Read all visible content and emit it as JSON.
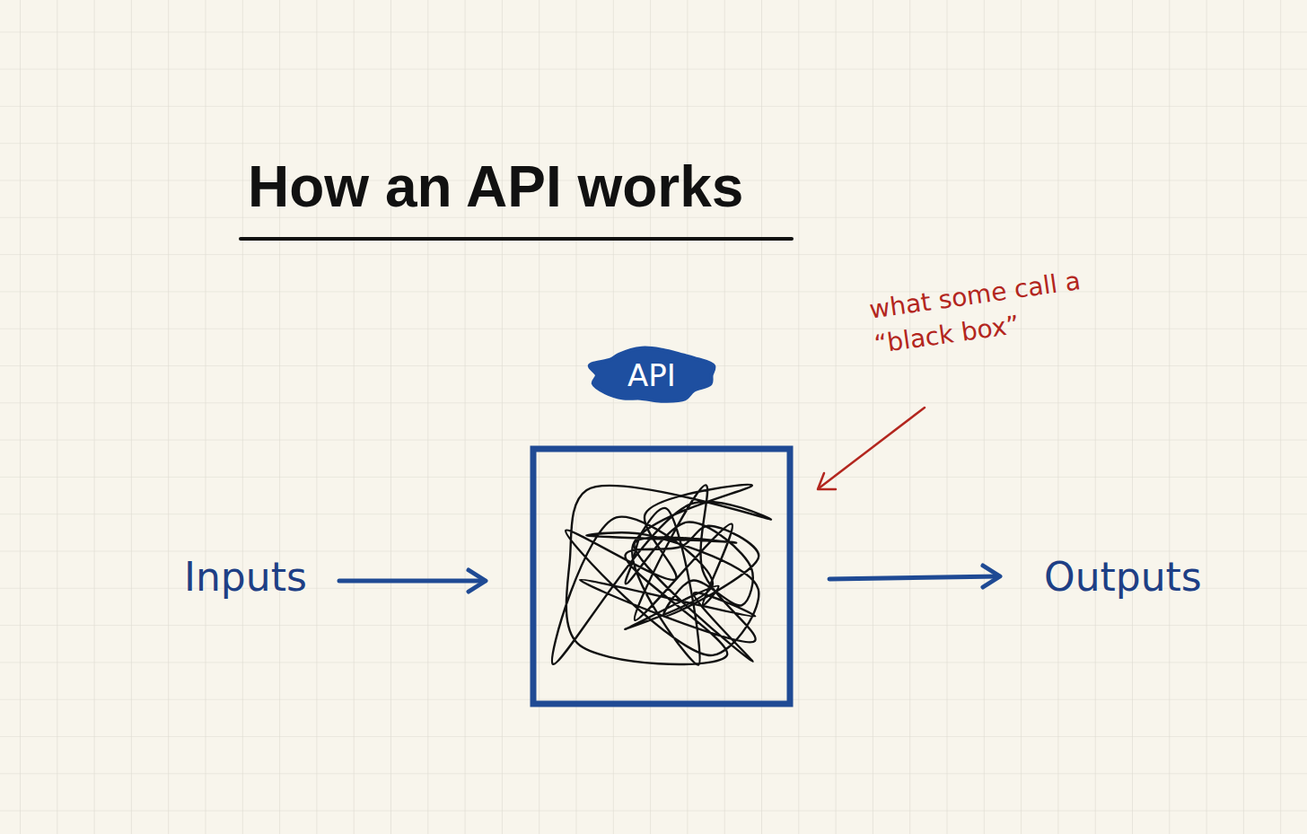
{
  "diagram": {
    "title": "How an API works",
    "nodes": [
      {
        "text": [
          "API"
        ]
      }
    ],
    "labels": [
      "Inputs",
      "Outputs",
      "what some call a “black box”"
    ]
  }
}
